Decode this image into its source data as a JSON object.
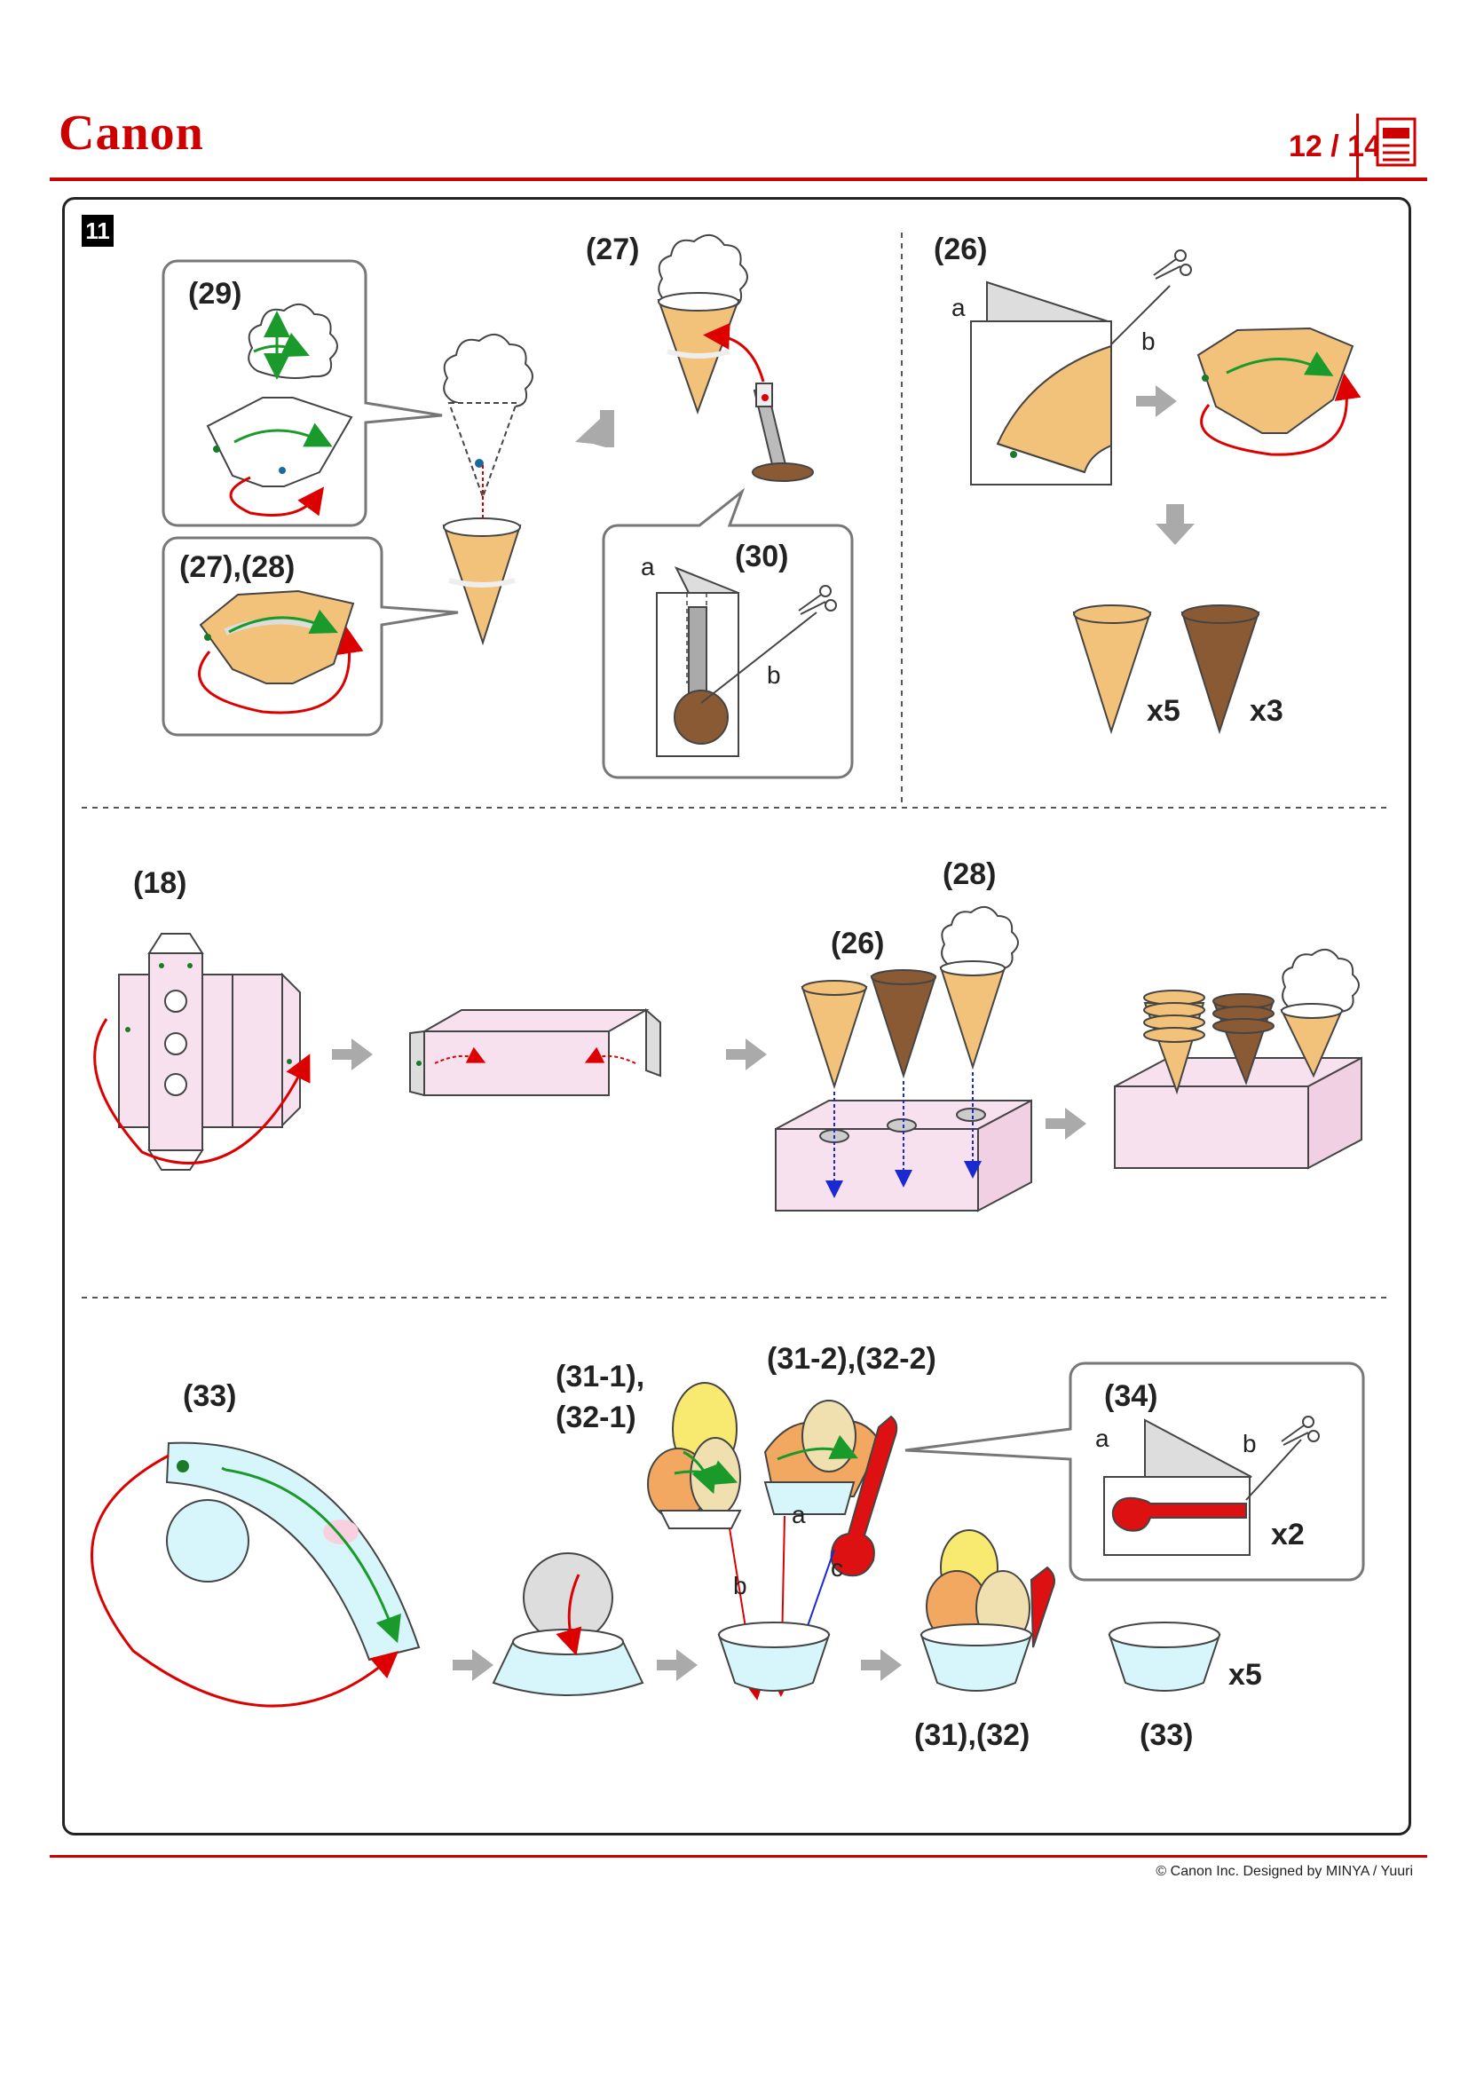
{
  "header": {
    "brand": "Canon",
    "page": "12 / 14"
  },
  "step": {
    "number": "11"
  },
  "labels": {
    "p29": "(29)",
    "p2728": "(27),(28)",
    "p27": "(27)",
    "p30": "(30)",
    "p26_top": "(26)",
    "p18": "(18)",
    "p28": "(28)",
    "p26_mid": "(26)",
    "p33": "(33)",
    "p311": "(31-1),",
    "p321": "(32-1)",
    "p312": "(31-2),(32-2)",
    "p34": "(34)",
    "p3132": "(31),(32)",
    "p33b": "(33)"
  },
  "letters": {
    "a": "a",
    "b": "b",
    "c": "c"
  },
  "counts": {
    "x5a": "x5",
    "x3": "x3",
    "x2": "x2",
    "x5b": "x5"
  },
  "colors": {
    "brand": "#cc0000",
    "cone": "#f2c27a",
    "choc": "#8a5a35",
    "pink": "#f8e1ee",
    "cyan": "#d6f6fb"
  },
  "footer": {
    "copyright": "© Canon Inc. Designed by MINYA / Yuuri"
  }
}
